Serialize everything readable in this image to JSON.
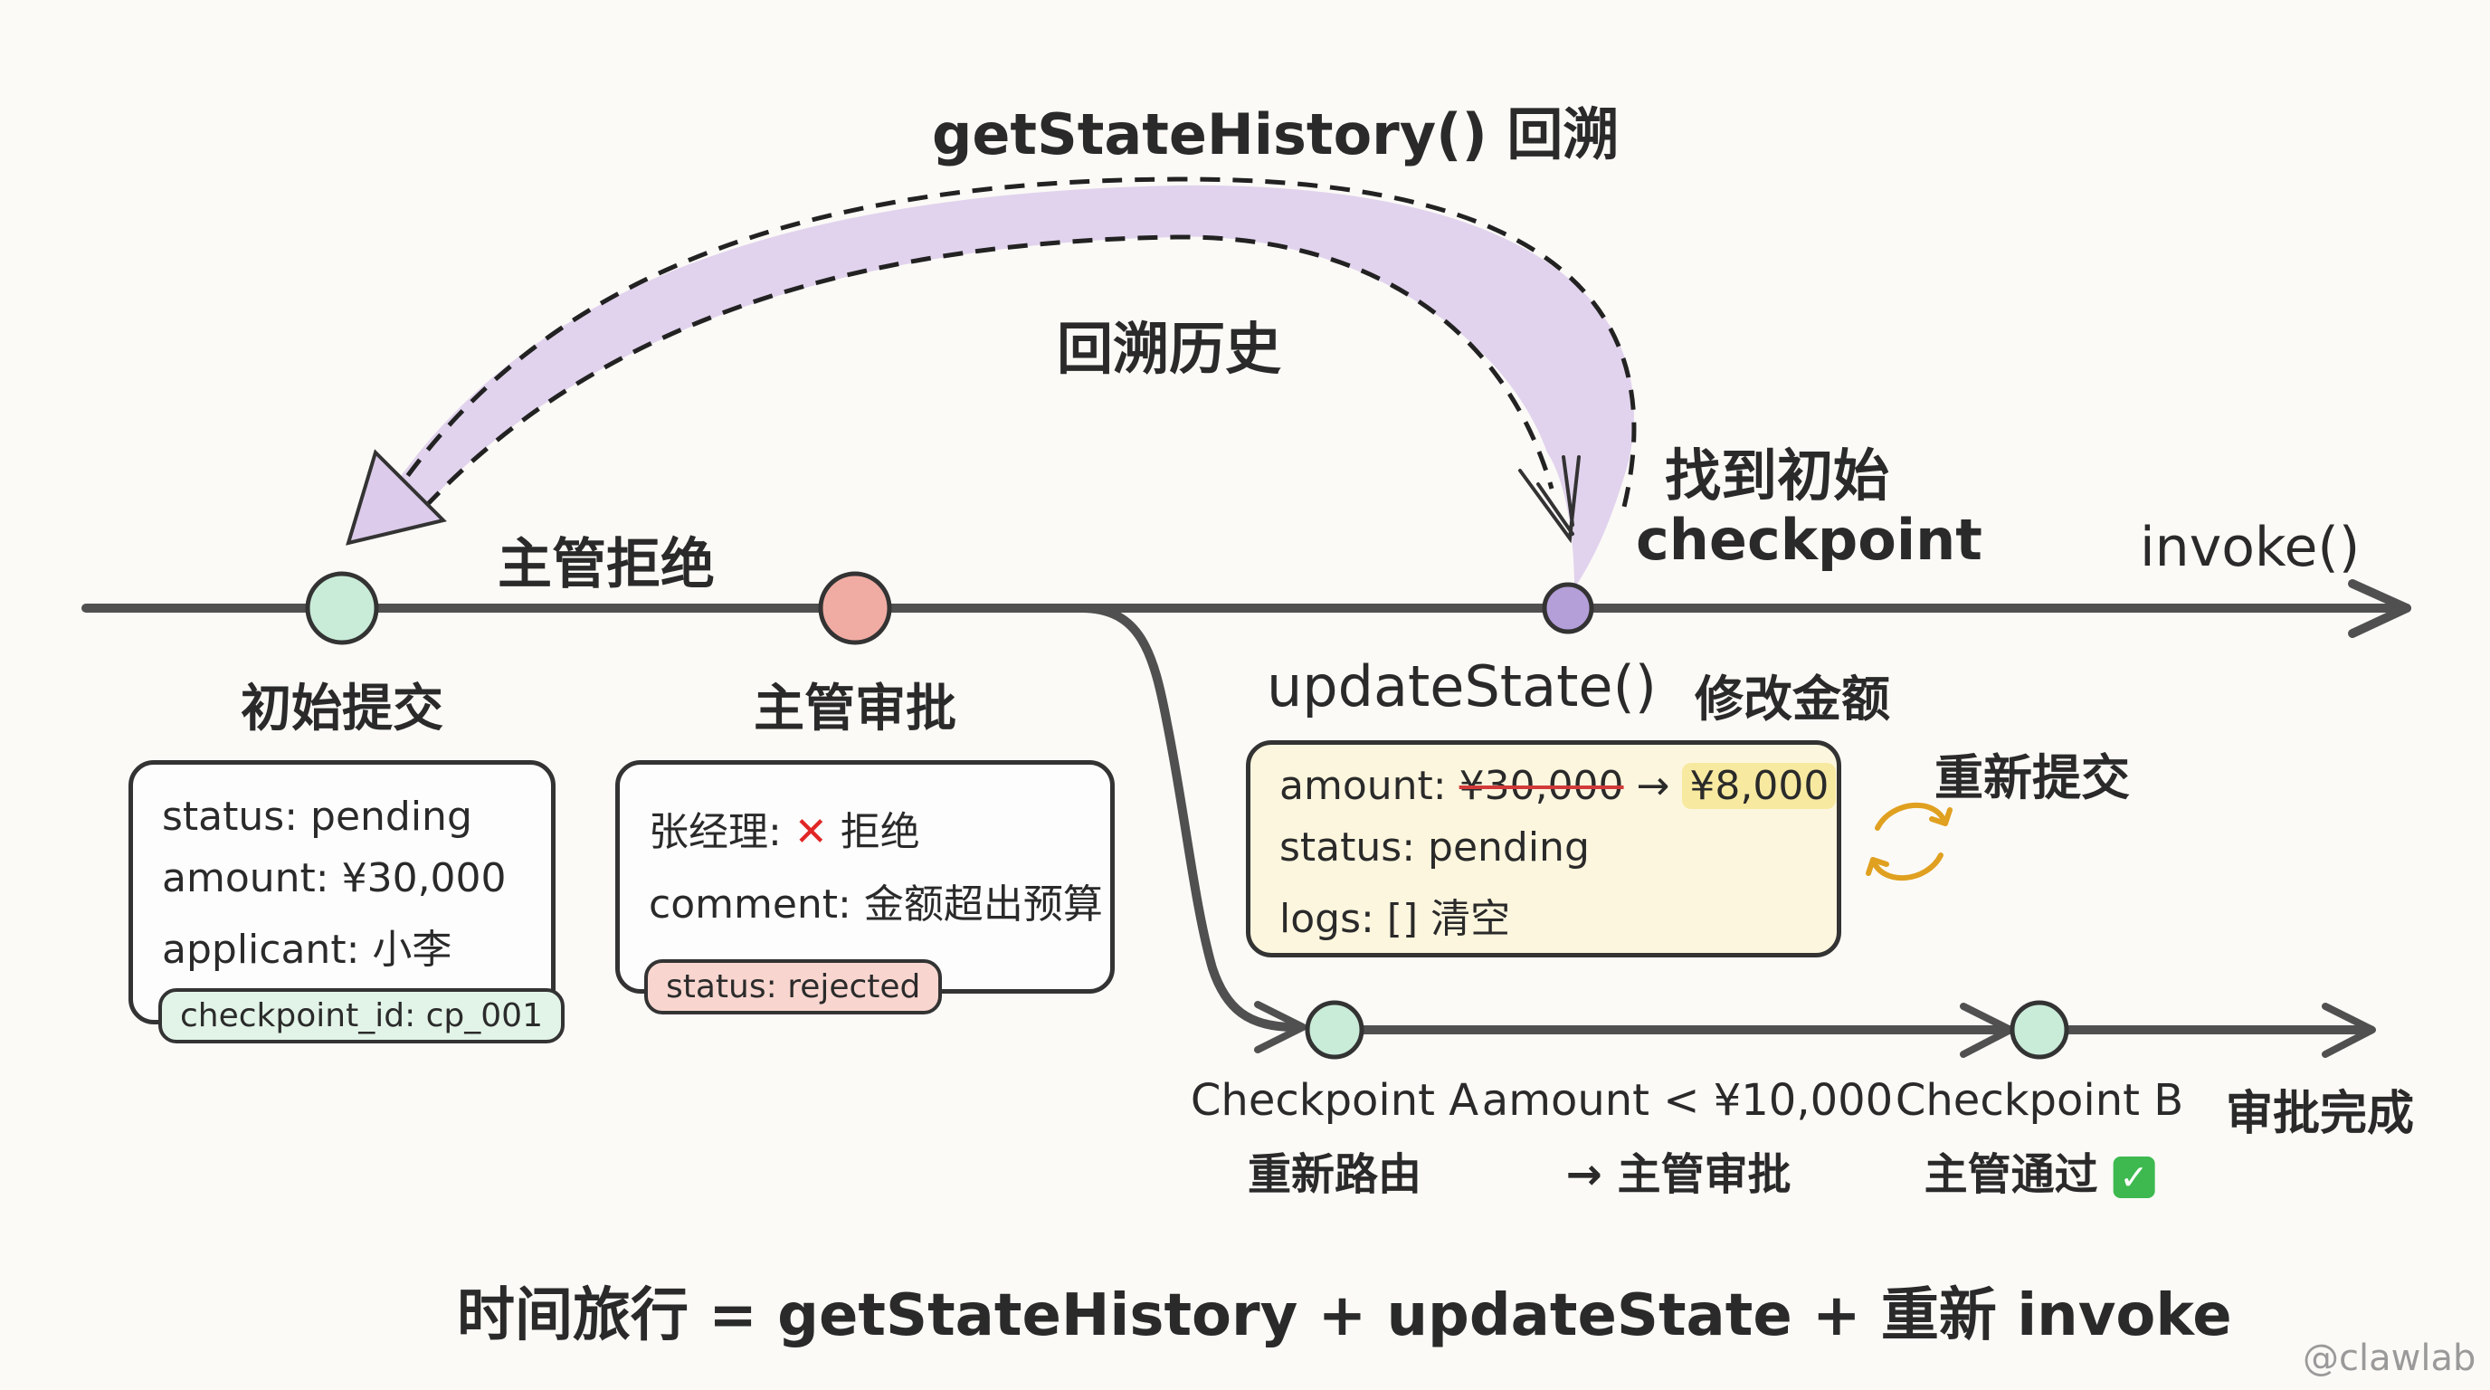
{
  "arc_top_label": "getStateHistory() 回溯",
  "arc_mid_label": "回溯历史",
  "find_label_line1": "找到初始",
  "find_label_line2": "checkpoint",
  "invoke_label": "invoke()",
  "reject_label": "主管拒绝",
  "nodes": {
    "initial": {
      "label": "初始提交"
    },
    "approval": {
      "label": "主管审批"
    },
    "update": {
      "label": "updateState()",
      "sub": "修改金额"
    }
  },
  "box_initial": {
    "status": "status: pending",
    "amount": "amount: ¥30,000",
    "applicant": "applicant: 小李",
    "tag": "checkpoint_id: cp_001"
  },
  "box_approval": {
    "manager_prefix": "张经理:",
    "manager_mark": "✕",
    "manager_result": "拒绝",
    "comment": "comment: 金额超出预算",
    "tag": "status: rejected"
  },
  "box_update": {
    "amount_prefix": "amount:",
    "amount_old": "¥30,000",
    "amount_arrow": "→",
    "amount_new": "¥8,000",
    "status": "status: pending",
    "logs": "logs: []  清空"
  },
  "resubmit_label": "重新提交",
  "branch": {
    "cp_a_line1": "Checkpoint A",
    "cp_a_line2": "重新路由",
    "cond_line1": "amount < ¥10,000",
    "cond_line2": "→ 主管审批",
    "cp_b_line1": "Checkpoint B",
    "cp_b_line2": "主管通过",
    "cp_b_check": "✓",
    "done": "审批完成"
  },
  "formula": "时间旅行 = getStateHistory + updateState + 重新 invoke",
  "watermark": "@clawlab",
  "colors": {
    "line": "#505050",
    "node_green": "#c9ecd9",
    "node_red": "#f0aca3",
    "node_purple": "#b49fd9",
    "arc_fill": "#dccbeb",
    "box_initial_bg": "#fdfdfd",
    "box_update_bg": "#fdf6de",
    "tag_green_bg": "#e2f4e8",
    "tag_red_bg": "#f8d6cf"
  }
}
